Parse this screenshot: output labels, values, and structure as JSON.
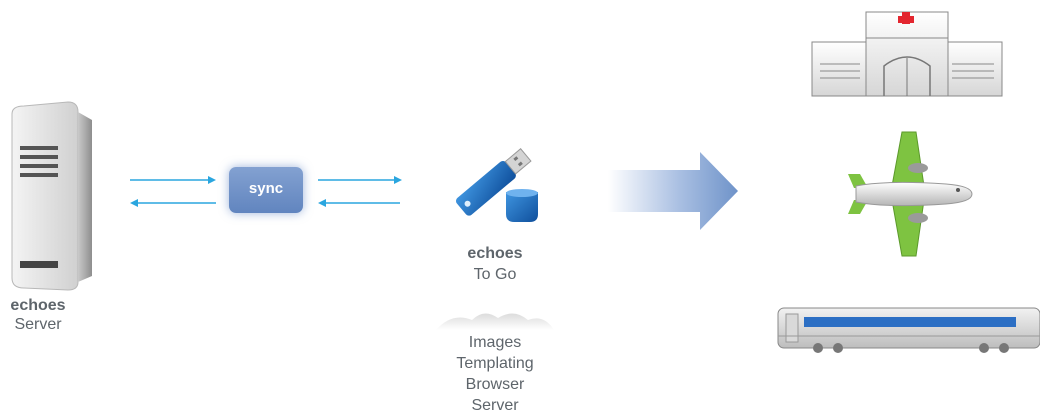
{
  "server": {
    "brand": "echoes",
    "label": "Server"
  },
  "sync": {
    "label": "sync"
  },
  "usb": {
    "brand": "echoes",
    "label": "To Go"
  },
  "features": [
    "Images",
    "Templating",
    "Browser",
    "Server"
  ],
  "colors": {
    "arrow": "#2aa6df",
    "sync_box": "#6d8ec6",
    "big_arrow": "#6f93c9",
    "usb_blue": "#1f6fc0",
    "plane_green": "#7ec341",
    "hospital_red": "#e3262f"
  },
  "icons": [
    "server-icon",
    "usb-drive-icon",
    "hospital-icon",
    "airplane-icon",
    "train-icon"
  ]
}
